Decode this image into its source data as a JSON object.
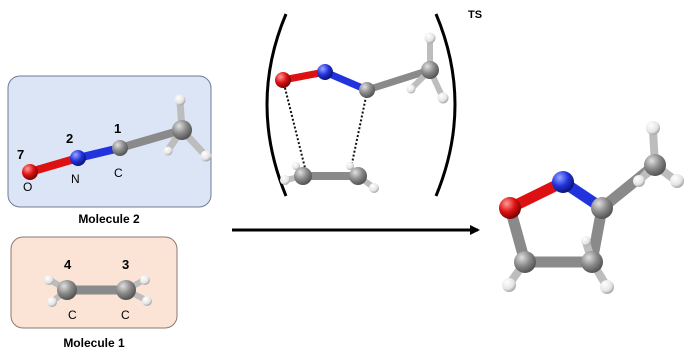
{
  "molecule2": {
    "caption": "Molecule 2",
    "atom_numbers": [
      "7",
      "2",
      "1"
    ],
    "atom_symbols": [
      "O",
      "N",
      "C"
    ]
  },
  "molecule1": {
    "caption": "Molecule 1",
    "atom_numbers": [
      "4",
      "3"
    ],
    "atom_symbols": [
      "C",
      "C"
    ]
  },
  "transition_state": {
    "label": "TS"
  },
  "colors": {
    "molecule2_box": "#dbe5f6",
    "molecule1_box": "#fbe3d6",
    "carbon": "#8a8a8a",
    "nitrogen": "#2233dd",
    "oxygen": "#dd1111",
    "hydrogen": "#eeeeee"
  }
}
